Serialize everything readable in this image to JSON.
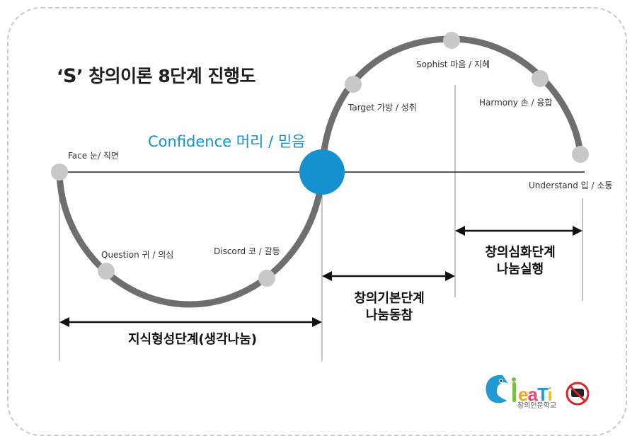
{
  "title": {
    "q_open": "‘",
    "s_letter": "S",
    "q_close": "’",
    "text": " 창의이론 8단계 진행도"
  },
  "center": {
    "label": "Confidence 머리 / 믿음",
    "color": "#1790d0"
  },
  "points": [
    {
      "id": "face",
      "label": "Face 눈/ 직면"
    },
    {
      "id": "question",
      "label": "Question 귀 / 의심"
    },
    {
      "id": "discord",
      "label": "Discord 코 / 갈등"
    },
    {
      "id": "target",
      "label": "Target 가방 / 성취"
    },
    {
      "id": "sophist",
      "label": "Sophist  마음 / 지혜"
    },
    {
      "id": "harmony",
      "label": "Harmony 손 / 융합"
    },
    {
      "id": "understand",
      "label": "Understand 입 / 소통"
    }
  ],
  "stages": [
    {
      "id": "knowledge",
      "lines": [
        "지식형성단계(생각나눔)"
      ]
    },
    {
      "id": "basic",
      "lines": [
        "창의기본단계",
        "나눔동참"
      ]
    },
    {
      "id": "deep",
      "lines": [
        "창의심화단계",
        "나눔실행"
      ]
    }
  ],
  "logo": {
    "text": "eaTi",
    "subtitle": "창의인문학교"
  },
  "colors": {
    "curve": "#6e6e6e",
    "node": "#c8c8c8",
    "axis": "#222222"
  }
}
